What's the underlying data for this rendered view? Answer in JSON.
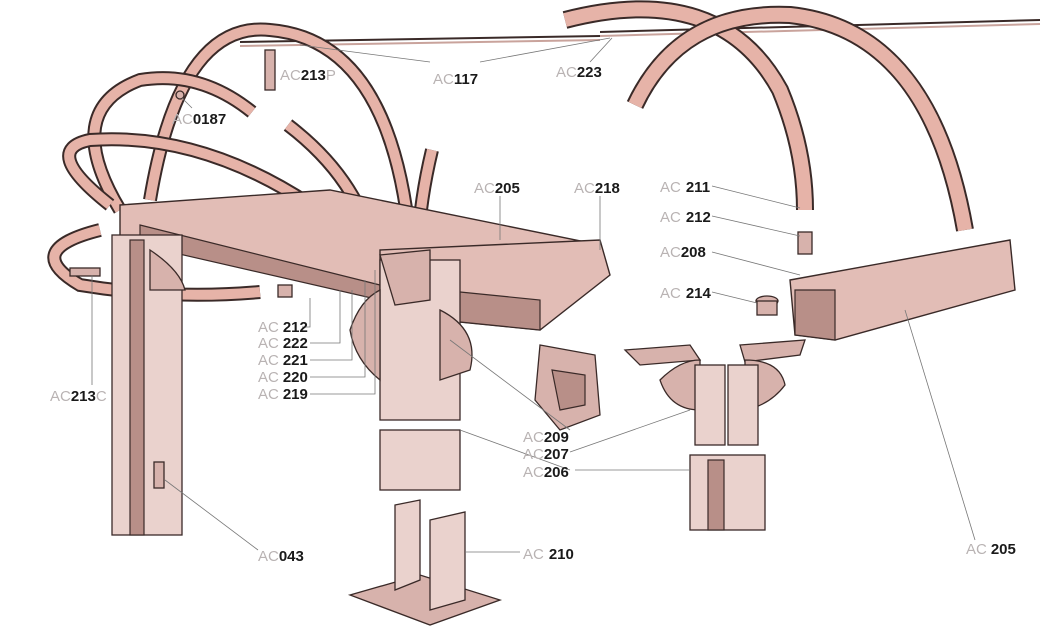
{
  "diagram": {
    "colors": {
      "tube": "#e6b3a8",
      "outline": "#3a2a28",
      "prefix": "#b9b3b3",
      "number": "#1a1a1a"
    },
    "labels": [
      {
        "prefix": "AC",
        "number": "117"
      },
      {
        "prefix": "AC",
        "number": "223"
      },
      {
        "prefix": "AC",
        "number": "213",
        "suffix": "P"
      },
      {
        "prefix": "AC",
        "number": "0187"
      },
      {
        "prefix": "AC",
        "number": "205"
      },
      {
        "prefix": "AC",
        "number": "218"
      },
      {
        "prefix": "AC",
        "number": "211"
      },
      {
        "prefix": "AC",
        "number": "212"
      },
      {
        "prefix": "AC",
        "number": "208"
      },
      {
        "prefix": "AC",
        "number": "214"
      },
      {
        "prefix": "AC",
        "number": "212"
      },
      {
        "prefix": "AC",
        "number": "222"
      },
      {
        "prefix": "AC",
        "number": "221"
      },
      {
        "prefix": "AC",
        "number": "220"
      },
      {
        "prefix": "AC",
        "number": "219"
      },
      {
        "prefix": "AC",
        "number": "213",
        "suffix": "C"
      },
      {
        "prefix": "AC",
        "number": "209"
      },
      {
        "prefix": "AC",
        "number": "207"
      },
      {
        "prefix": "AC",
        "number": "206"
      },
      {
        "prefix": "AC",
        "number": "043"
      },
      {
        "prefix": "AC",
        "number": "210"
      },
      {
        "prefix": "AC",
        "number": "205"
      }
    ]
  }
}
